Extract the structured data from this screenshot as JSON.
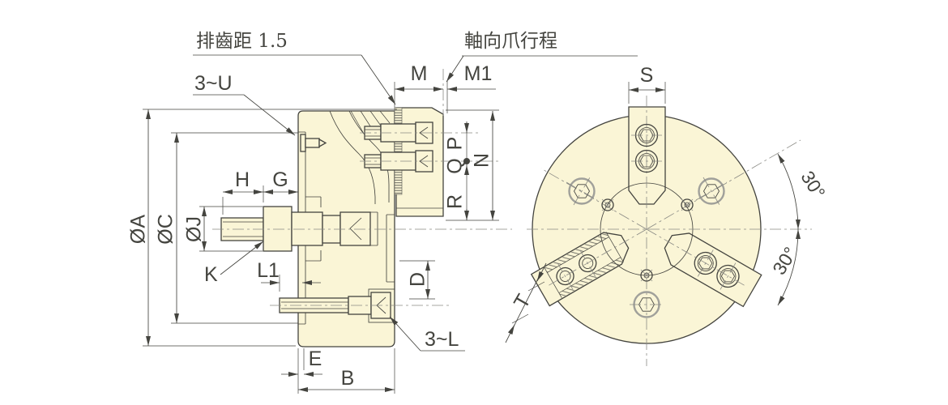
{
  "colors": {
    "background": "#ffffff",
    "body_fill": "#faf5d6",
    "line": "#44443f",
    "gray_line": "#a0a09a",
    "center_line": "#8a8a84"
  },
  "callouts": {
    "tooth_pitch": "排齒距 1.5",
    "axial_stroke": "軸向爪行程",
    "stud": "3~U",
    "bolt": "3~L"
  },
  "labels": {
    "dia_a": "ØA",
    "dia_c": "ØC",
    "dia_j": "ØJ",
    "h": "H",
    "g": "G",
    "k": "K",
    "l1": "L1",
    "d": "D",
    "e": "E",
    "b": "B",
    "m": "M",
    "m1": "M1",
    "n": "N",
    "p": "P",
    "q": "Q",
    "r": "R",
    "s": "S",
    "t": "T",
    "angle_upper": "30°",
    "angle_lower": "30°"
  }
}
